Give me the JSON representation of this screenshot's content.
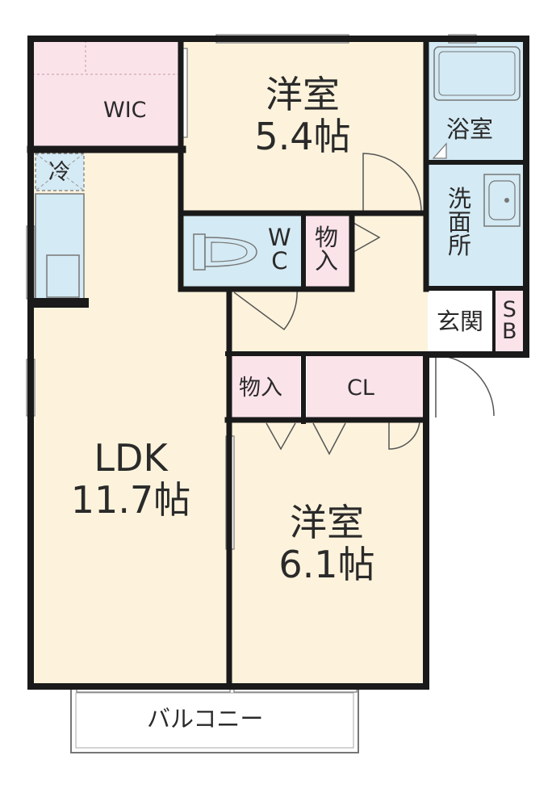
{
  "rooms": {
    "wic": "WIC",
    "western1": {
      "name": "洋室",
      "size": "5.4帖"
    },
    "bath": "浴室",
    "fridge": "冷",
    "washroom": [
      "洗",
      "面",
      "所"
    ],
    "wc": [
      "W",
      "C"
    ],
    "storage1": [
      "物",
      "入"
    ],
    "entrance": "玄関",
    "shoebox": [
      "S",
      "B"
    ],
    "storage2": "物入",
    "closet": "CL",
    "ldk": {
      "name": "LDK",
      "size": "11.7帖"
    },
    "western2": {
      "name": "洋室",
      "size": "6.1帖"
    },
    "balcony": "バルコニー"
  },
  "colors": {
    "wall": "#1a1a1a",
    "floor": "#fdf3dc",
    "wet": "#d4eaf4",
    "storage": "#fbe3ea",
    "entrance": "#ffffff"
  }
}
